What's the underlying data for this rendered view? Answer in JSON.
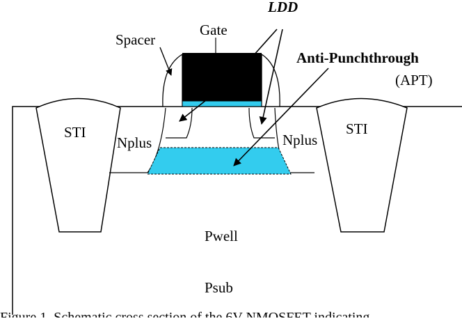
{
  "labels": {
    "ldd": "LDD",
    "gate": "Gate",
    "spacer": "Spacer",
    "anti_punchthrough": "Anti-Punchthrough",
    "apt": "(APT)",
    "sti_left": "STI",
    "sti_right": "STI",
    "nplus_left": "Nplus",
    "nplus_right": "Nplus",
    "pwell": "Pwell",
    "psub": "Psub"
  },
  "caption": "Figure 1. Schematic cross section of the 6V NMOSFET indicating",
  "colors": {
    "gate": "#000000",
    "gate_oxide": "#33ccee",
    "apt_implant": "#33ccee",
    "outline": "#000000",
    "background": "#ffffff"
  }
}
